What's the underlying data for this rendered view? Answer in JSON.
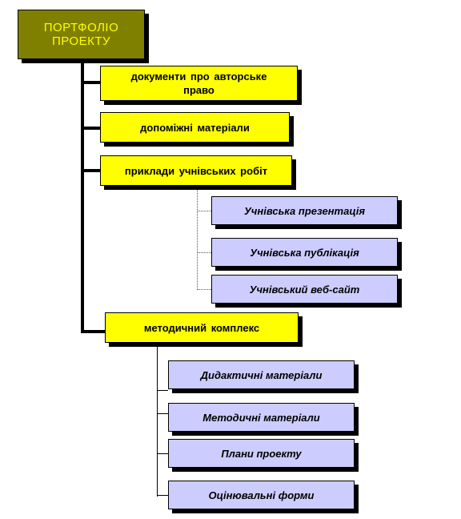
{
  "root": {
    "label_line1": "ПОРТФОЛІО",
    "label_line2": "ПРОЕКТУ"
  },
  "categories": [
    {
      "label_line1": "документи про авторське",
      "label_line2": "право"
    },
    {
      "label": "допоміжні матеріали"
    },
    {
      "label": "приклади учнівських робіт",
      "children": [
        "Учнівська презентація",
        "Учнівська публікація",
        "Учнівський веб-сайт"
      ]
    },
    {
      "label": "методичний комплекс",
      "children": [
        "Дидактичні матеріали",
        "Методичні матеріали",
        "Плани проекту",
        "Оцінювальні форми"
      ]
    }
  ],
  "colors": {
    "root_fill": "#808000",
    "root_text": "#ffff00",
    "category_fill": "#ffff00",
    "subitem_fill": "#ccccff",
    "connector": "#000000"
  }
}
